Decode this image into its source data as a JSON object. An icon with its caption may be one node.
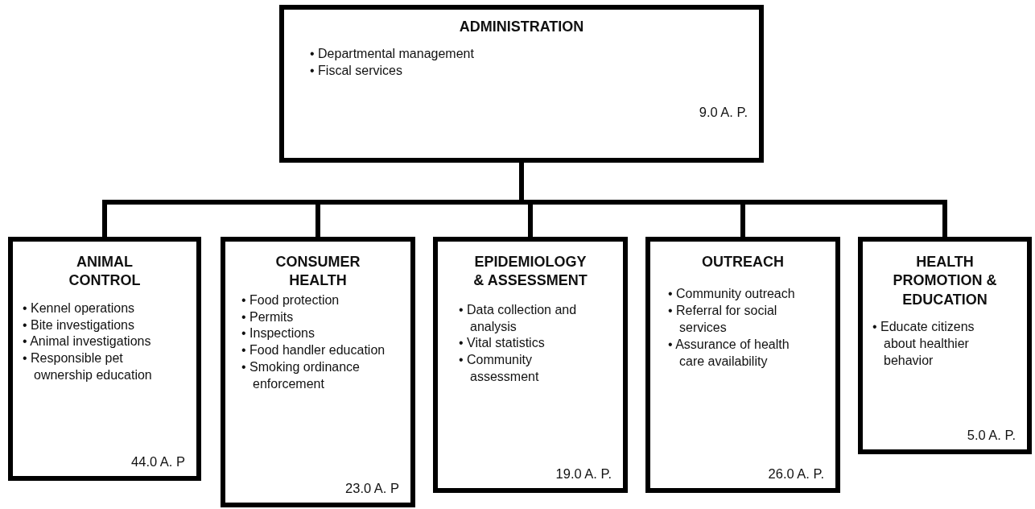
{
  "diagram": {
    "nodes": [
      {
        "text": [
          "ADMINISTRATION",
          "• Departmental management",
          "• Fiscal services",
          "9.0 A. P."
        ]
      },
      {
        "text": [
          "ANIMAL CONTROL",
          "• Kennel operations",
          "• Bite investigations",
          "• Animal investigations",
          "• Responsible pet ownership education",
          "44.0 A. P"
        ]
      },
      {
        "text": [
          "CONSUMER HEALTH",
          "• Food protection",
          "• Permits",
          "• Inspections",
          "• Food handler education",
          "• Smoking ordinance enforcement",
          "23.0 A. P"
        ]
      },
      {
        "text": [
          "EPIDEMIOLOGY & ASSESSMENT",
          "• Data collection and analysis",
          "• Vital statistics",
          "• Community assessment",
          "19.0 A. P."
        ]
      },
      {
        "text": [
          "OUTREACH",
          "• Community outreach",
          "• Referral for social services",
          "• Assurance of health care availability",
          "26.0 A. P."
        ]
      },
      {
        "text": [
          "HEALTH PROMOTION & EDUCATION",
          "• Educate citizens about healthier behavior",
          "5.0 A. P."
        ]
      }
    ],
    "edges": [
      {
        "from": 0,
        "to": 1,
        "arrow": "none"
      },
      {
        "from": 0,
        "to": 2,
        "arrow": "none"
      },
      {
        "from": 0,
        "to": 3,
        "arrow": "none"
      },
      {
        "from": 0,
        "to": 4,
        "arrow": "none"
      },
      {
        "from": 0,
        "to": 5,
        "arrow": "none"
      }
    ]
  }
}
